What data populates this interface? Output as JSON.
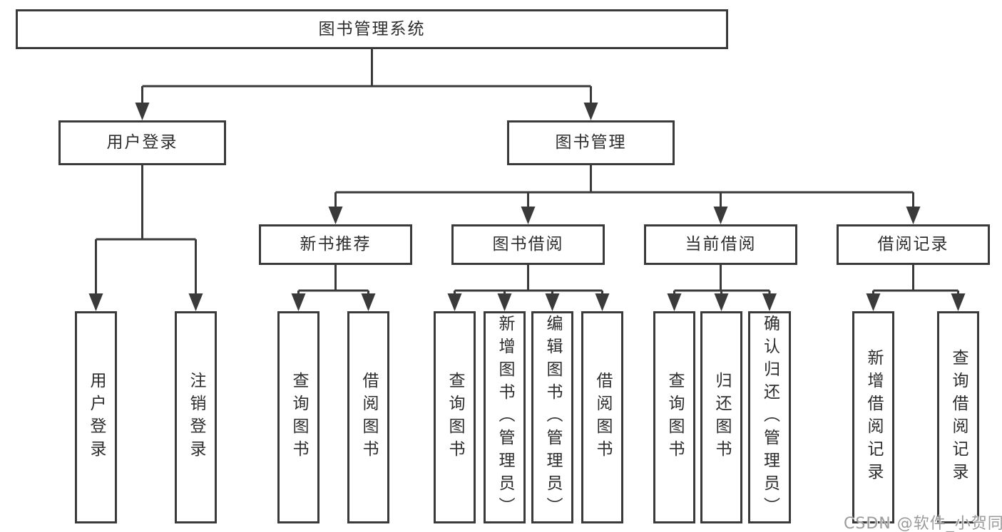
{
  "diagram": {
    "root": {
      "label": "图书管理系统"
    },
    "level2": [
      {
        "label": "用户登录",
        "children": [
          {
            "label": "用户登录"
          },
          {
            "label": "注销登录"
          }
        ]
      },
      {
        "label": "图书管理",
        "children": [
          {
            "label": "新书推荐",
            "children": [
              {
                "label": "查询图书"
              },
              {
                "label": "借阅图书"
              }
            ]
          },
          {
            "label": "图书借阅",
            "children": [
              {
                "label": "查询图书"
              },
              {
                "label": "新增图书（管理员）"
              },
              {
                "label": "编辑图书（管理员）"
              },
              {
                "label": "借阅图书"
              }
            ]
          },
          {
            "label": "当前借阅",
            "children": [
              {
                "label": "查询图书"
              },
              {
                "label": "归还图书"
              },
              {
                "label": "确认归还（管理员）"
              }
            ]
          },
          {
            "label": "借阅记录",
            "children": [
              {
                "label": "新增借阅记录"
              },
              {
                "label": "查询借阅记录"
              }
            ]
          }
        ]
      }
    ]
  },
  "watermark": {
    "text": "CSDN @软件_小贺同学"
  },
  "colors": {
    "line": "#3a3a3a",
    "box_border": "#3a3a3a",
    "text": "#2d2d2d",
    "background": "#ffffff",
    "watermark": "#9b9b9b"
  }
}
